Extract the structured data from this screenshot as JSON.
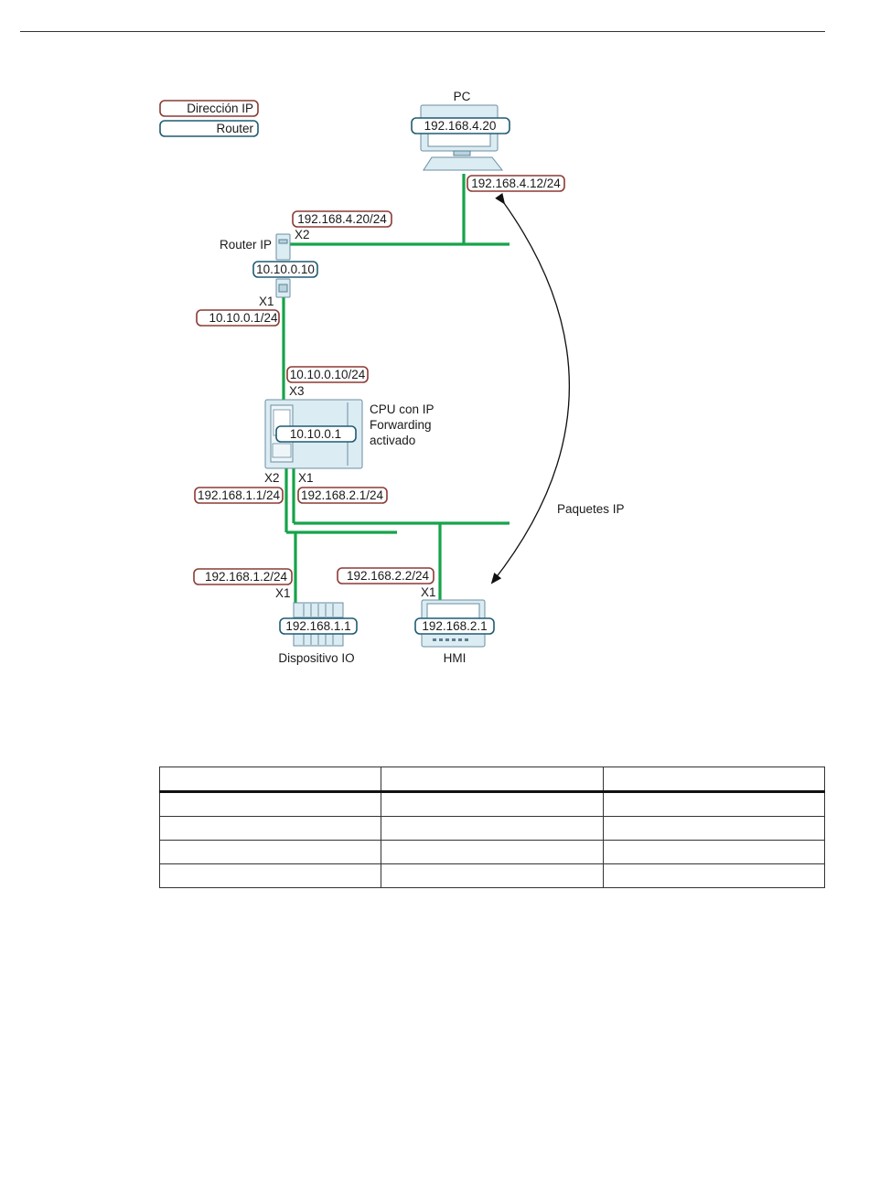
{
  "legend": {
    "ip_label": "Dirección IP",
    "router_label": "Router"
  },
  "pc": {
    "title": "PC",
    "router_address": "192.168.4.20",
    "ip_address": "192.168.4.12/24"
  },
  "router_ip": {
    "title": "Router IP",
    "x2_label": "X2",
    "x2_ip": "192.168.4.20/24",
    "router_address": "10.10.0.10",
    "x1_label": "X1",
    "x1_ip": "10.10.0.1/24"
  },
  "cpu": {
    "title_lines": [
      "CPU con IP",
      "Forwarding",
      "activado"
    ],
    "x3_label": "X3",
    "x3_ip": "10.10.0.10/24",
    "router_address": "10.10.0.1",
    "x2_label": "X2",
    "x2_ip": "192.168.1.1/24",
    "x1_label": "X1",
    "x1_ip": "192.168.2.1/24"
  },
  "arrow_label": "Paquetes IP",
  "io_device": {
    "title": "Dispositivo IO",
    "x1_label": "X1",
    "x1_ip": "192.168.1.2/24",
    "router_address": "192.168.1.1"
  },
  "hmi": {
    "title": "HMI",
    "x1_label": "X1",
    "x1_ip": "192.168.2.2/24",
    "router_address": "192.168.2.1"
  },
  "colors": {
    "ip_border": "#8b3a34",
    "router_border": "#1f5b73",
    "network_line": "#16a34a"
  }
}
